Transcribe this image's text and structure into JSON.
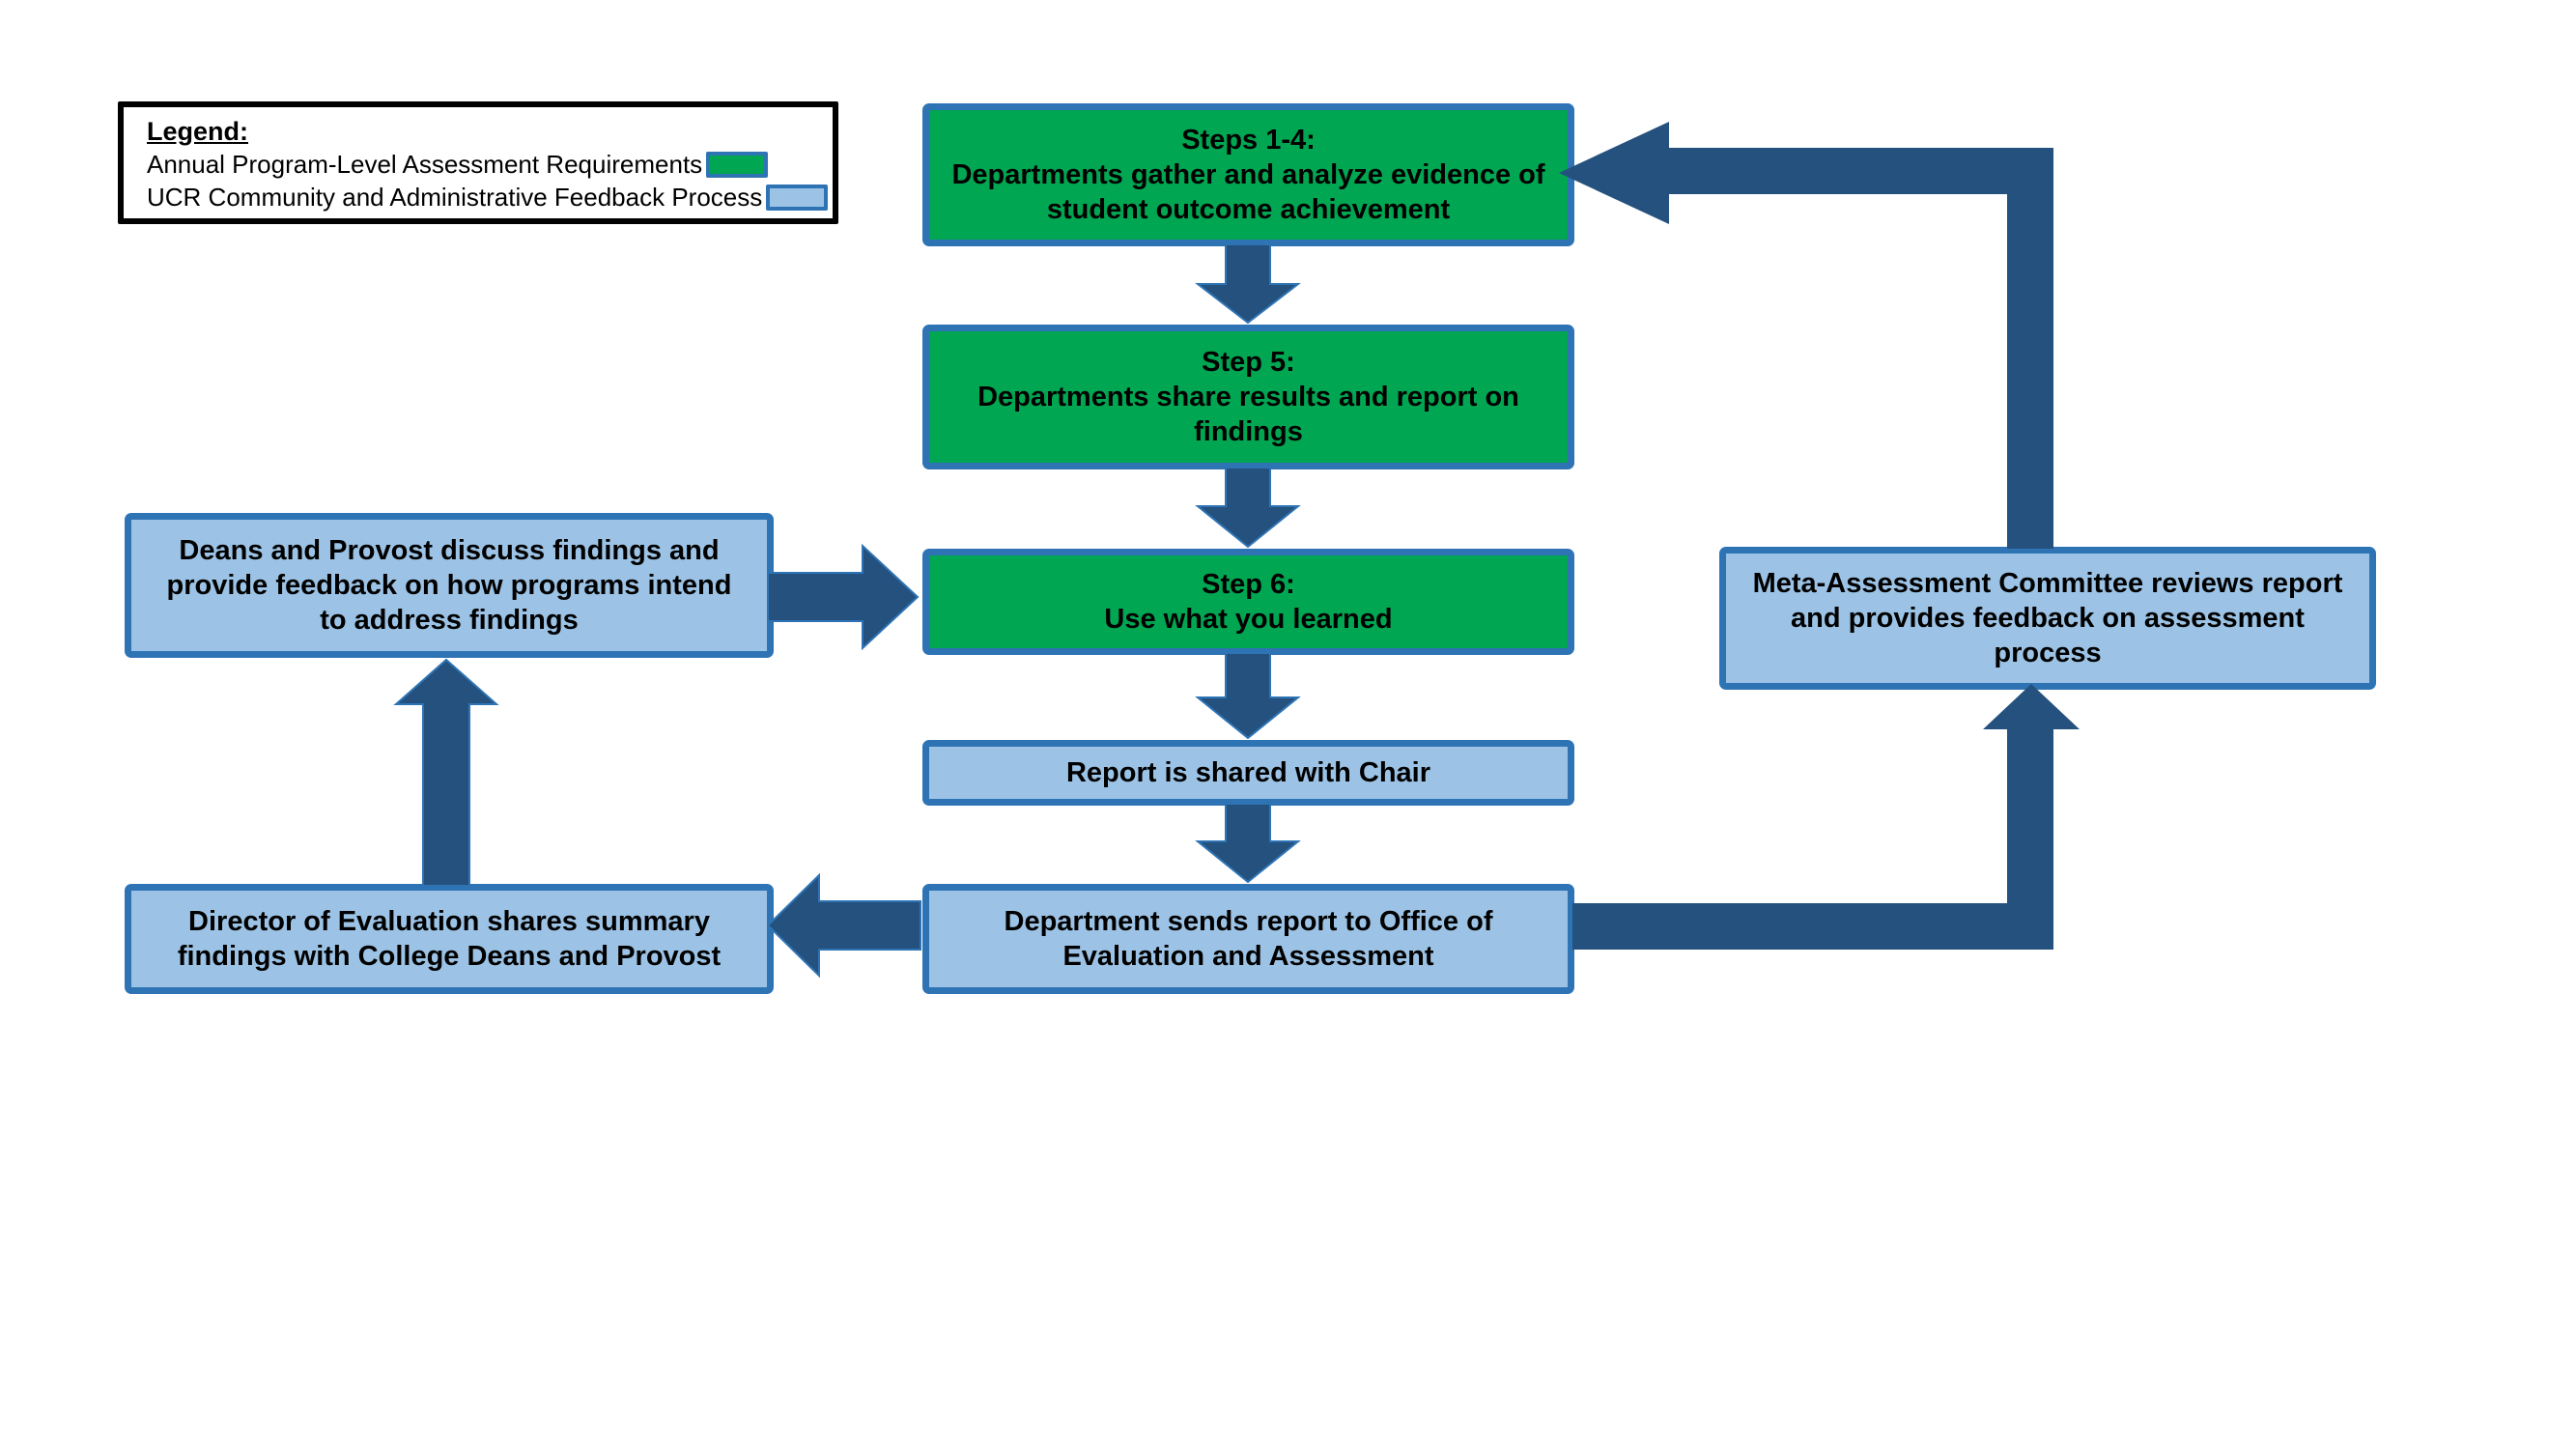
{
  "colors": {
    "green": "#00A651",
    "lightblue": "#9CC3E5",
    "accent": "#2E74B5",
    "arrow": "#24517E",
    "legendBorder": "#000000"
  },
  "legend": {
    "title": "Legend:",
    "items": [
      {
        "label": "Annual Program-Level Assessment Requirements",
        "swatch": "green"
      },
      {
        "label": "UCR Community and Administrative Feedback Process",
        "swatch": "lightblue"
      }
    ]
  },
  "nodes": {
    "steps14": {
      "label": "Steps 1-4:\nDepartments gather and analyze evidence of\nstudent outcome achievement",
      "category": "annual-program-level-assessment-requirement"
    },
    "step5": {
      "label": "Step 5:\nDepartments share results and report on\nfindings",
      "category": "annual-program-level-assessment-requirement"
    },
    "step6": {
      "label": "Step 6:\nUse what you learned",
      "category": "annual-program-level-assessment-requirement"
    },
    "chair": {
      "label": "Report is shared with Chair",
      "category": "ucr-community-administrative-feedback"
    },
    "dept": {
      "label": "Department sends report to Office of\nEvaluation and Assessment",
      "category": "ucr-community-administrative-feedback"
    },
    "deans": {
      "label": "Deans and Provost discuss findings and\nprovide feedback on how programs intend\nto address findings",
      "category": "ucr-community-administrative-feedback"
    },
    "director": {
      "label": "Director of Evaluation shares summary\nfindings with College Deans and Provost",
      "category": "ucr-community-administrative-feedback"
    },
    "meta": {
      "label": "Meta-Assessment Committee reviews report\nand provides feedback on assessment\nprocess",
      "category": "ucr-community-administrative-feedback"
    }
  },
  "edges": [
    {
      "from": "steps14",
      "to": "step5"
    },
    {
      "from": "step5",
      "to": "step6"
    },
    {
      "from": "step6",
      "to": "chair"
    },
    {
      "from": "chair",
      "to": "dept"
    },
    {
      "from": "dept",
      "to": "director"
    },
    {
      "from": "director",
      "to": "deans"
    },
    {
      "from": "deans",
      "to": "step6"
    },
    {
      "from": "dept",
      "to": "meta"
    },
    {
      "from": "meta",
      "to": "steps14"
    }
  ]
}
